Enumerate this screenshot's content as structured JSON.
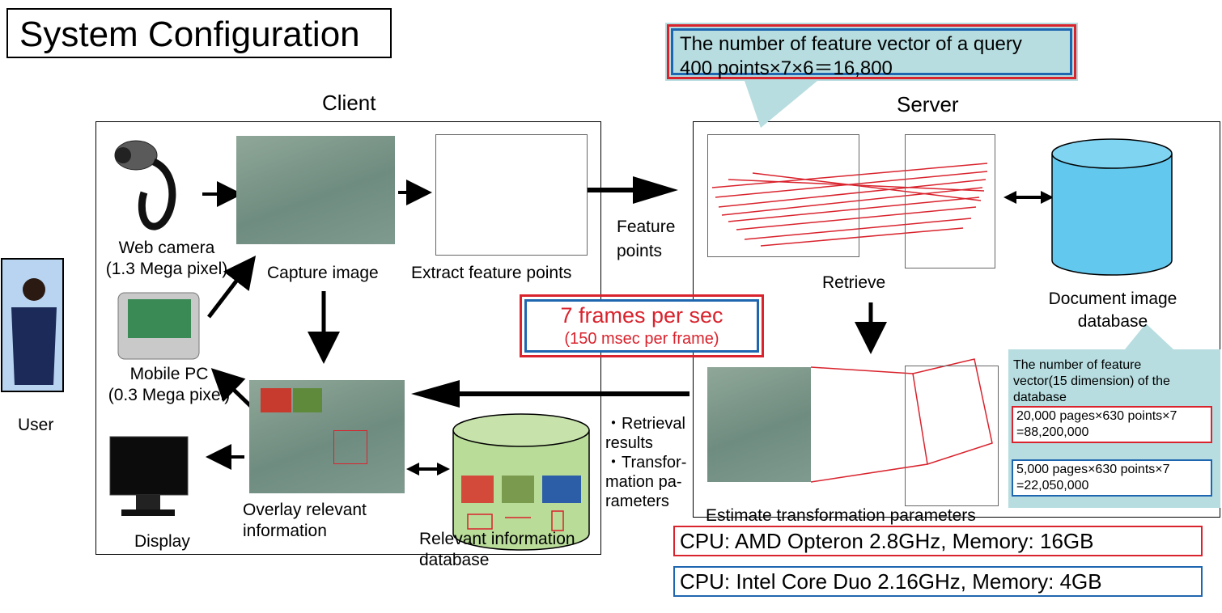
{
  "title": "System Configuration",
  "client": {
    "label": "Client",
    "web_camera": [
      "Web camera",
      "(1.3 Mega pixel)"
    ],
    "capture_image": "Capture image",
    "extract_feature_points": "Extract feature points",
    "mobile_pc": [
      "Mobile PC",
      "(0.3 Mega pixel)"
    ],
    "display": "Display",
    "overlay": [
      "Overlay relevant",
      "information"
    ],
    "relevant_db": [
      "Relevant information",
      "database"
    ]
  },
  "user": "User",
  "server": {
    "label": "Server",
    "retrieve": "Retrieve",
    "document_db": [
      "Document image",
      "database"
    ],
    "estimate": "Estimate transformation parameters"
  },
  "query_box": {
    "line1": "The number of feature vector of a query",
    "line2": "400 points×7×6＝16,800"
  },
  "feature_points": [
    "Feature",
    "points"
  ],
  "fps": {
    "line1": "7 frames per sec",
    "line2": "(150 msec per frame)"
  },
  "results": [
    "・Retrieval",
    "results",
    "・Transfor-",
    "mation pa-",
    "rameters"
  ],
  "db_info": {
    "line1": "The number of feature",
    "line2": "vector(15 dimension) of the",
    "line3": "database",
    "red": [
      "20,000 pages×630 points×7",
      "=88,200,000"
    ],
    "blue": [
      "5,000 pages×630 points×7",
      "=22,050,000"
    ]
  },
  "cpu": {
    "red": "CPU: AMD Opteron 2.8GHz,  Memory: 16GB",
    "blue": "CPU: Intel Core Duo 2.16GHz, Memory: 4GB"
  },
  "colors": {
    "red": "#d9232d",
    "blue": "#1f66b0",
    "callout": "#b7dde0",
    "db_cylinder": "#63c8ee",
    "relevant_db": "#b9dc99"
  }
}
